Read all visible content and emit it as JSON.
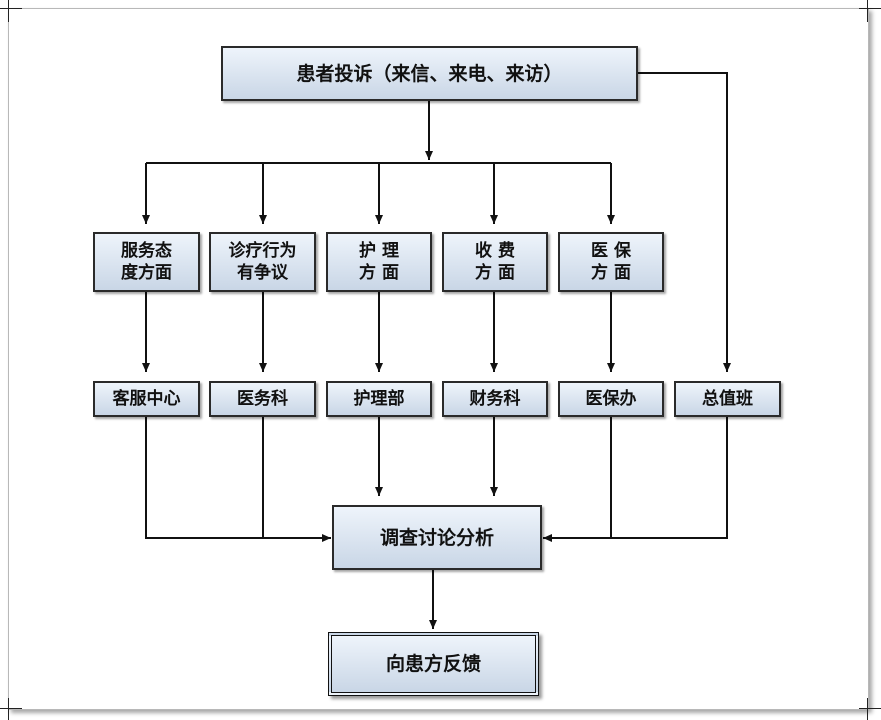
{
  "top": {
    "label": "患者投诉（来信、来电、来访）"
  },
  "categories": [
    {
      "label": "服务态\n度方面"
    },
    {
      "label": "诊疗行为\n有争议"
    },
    {
      "label": "护  理\n方  面"
    },
    {
      "label": "收  费\n方  面"
    },
    {
      "label": "医  保\n方  面"
    }
  ],
  "departments": [
    {
      "label": "客服中心"
    },
    {
      "label": "医务科"
    },
    {
      "label": "护理部"
    },
    {
      "label": "财务科"
    },
    {
      "label": "医保办"
    },
    {
      "label": "总值班"
    }
  ],
  "investigation": {
    "label": "调查讨论分析"
  },
  "feedback": {
    "label": "向患方反馈"
  },
  "colors": {
    "box_fill_top": "#eef4fb",
    "box_fill_bottom": "#c9d6e6",
    "line": "#111111"
  }
}
